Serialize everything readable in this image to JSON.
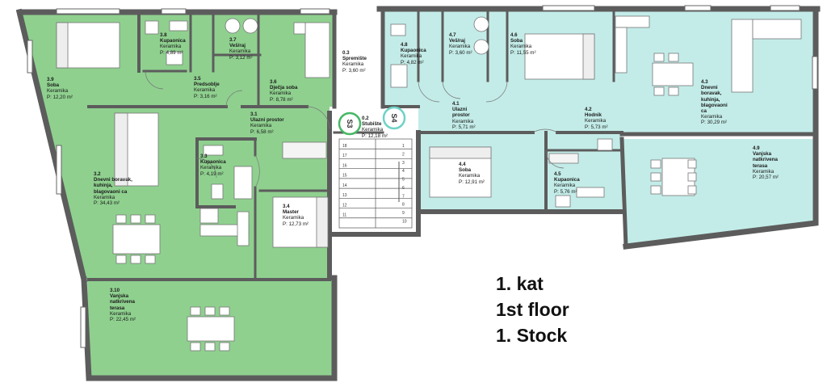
{
  "floor_title": {
    "line1": "1. kat",
    "line2": "1st floor",
    "line3": "1. Stock"
  },
  "colors": {
    "green_unit": "#8fd08f",
    "cyan_unit": "#c3ece8",
    "common": "#ffffff",
    "walls": "#5c5c5c",
    "stair_marker_green": "#46b866",
    "stair_marker_cyan": "#6fd3c6"
  },
  "stair_markers": {
    "s3": "S3",
    "s4": "S4"
  },
  "stair_numbers": [
    "18",
    "17",
    "16",
    "15",
    "14",
    "13",
    "12",
    "11",
    "1",
    "2",
    "3",
    "4",
    "5",
    "6",
    "7",
    "8",
    "9",
    "10"
  ],
  "rooms": [
    {
      "num": "3.8",
      "name": "Kupaonica",
      "mat": "Keramika",
      "area": "P: 4,89 m²"
    },
    {
      "num": "3.7",
      "name": "Veš/raj",
      "mat": "Keramika",
      "area": "P: 3,12 m²"
    },
    {
      "num": "3.9",
      "name": "Soba",
      "mat": "Keramika",
      "area": "P: 12,20 m²"
    },
    {
      "num": "3.5",
      "name": "Predsoblje",
      "mat": "Keramika",
      "area": "P: 3,16 m²"
    },
    {
      "num": "3.6",
      "name": "Dječja soba",
      "mat": "Keramika",
      "area": "P: 8,78 m²"
    },
    {
      "num": "3.1",
      "name": "Ulazni prostor",
      "mat": "Keramika",
      "area": "P: 6,58 m²"
    },
    {
      "num": "3.2",
      "name": "Dnevni boravak, kuhinja, blagovaoni ca",
      "mat": "Keramika",
      "area": "P: 34,43 m²"
    },
    {
      "num": "3.3",
      "name": "Kupaonica",
      "mat": "Keramika",
      "area": "P: 4,19 m²"
    },
    {
      "num": "3.4",
      "name": "Master",
      "mat": "Keramika",
      "area": "P: 12,73 m²"
    },
    {
      "num": "3.10",
      "name": "Vanjska natkrivena terasa",
      "mat": "Keramika",
      "area": "P: 22,45 m²"
    },
    {
      "num": "0.3",
      "name": "Spremište",
      "mat": "Keramika",
      "area": "P: 3,60 m²"
    },
    {
      "num": "0.2",
      "name": "Stubište",
      "mat": "Keramika",
      "area": "P: 12,18 m²"
    },
    {
      "num": "4.8",
      "name": "Kupaonica",
      "mat": "Keramika",
      "area": "P: 4,82 m²"
    },
    {
      "num": "4.7",
      "name": "Veš/raj",
      "mat": "Keramika",
      "area": "P: 3,60 m²"
    },
    {
      "num": "4.6",
      "name": "Soba",
      "mat": "Keramika",
      "area": "P: 11,55 m²"
    },
    {
      "num": "4.3",
      "name": "Dnevni boravak, kuhinja, blagovaoni ca",
      "mat": "Keramika",
      "area": "P: 30,29 m²"
    },
    {
      "num": "4.1",
      "name": "Ulazni prostor",
      "mat": "Keramika",
      "area": "P: 5,71 m²"
    },
    {
      "num": "4.2",
      "name": "Hodnik",
      "mat": "Keramika",
      "area": "P: 5,73 m²"
    },
    {
      "num": "4.4",
      "name": "Soba",
      "mat": "Keramika",
      "area": "P: 12,91 m²"
    },
    {
      "num": "4.5",
      "name": "Kupaonica",
      "mat": "Keramika",
      "area": "P: 5,76 m²"
    },
    {
      "num": "4.9",
      "name": "Vanjska natkrivena terasa",
      "mat": "Keramika",
      "area": "P: 20,57 m²"
    }
  ]
}
